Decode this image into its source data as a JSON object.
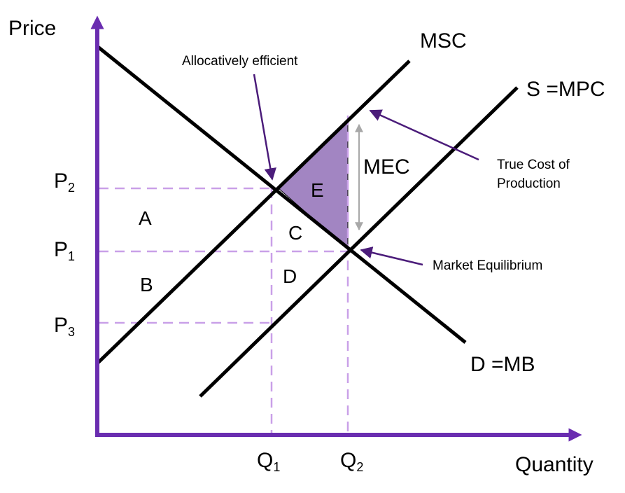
{
  "axes": {
    "y_label": "Price",
    "x_label": "Quantity",
    "color": "#6a2db0"
  },
  "price_levels": [
    {
      "id": "p2",
      "main": "P",
      "sub": "2"
    },
    {
      "id": "p1",
      "main": "P",
      "sub": "1"
    },
    {
      "id": "p3",
      "main": "P",
      "sub": "3"
    }
  ],
  "quantity_levels": [
    {
      "id": "q1",
      "main": "Q",
      "sub": "1"
    },
    {
      "id": "q2",
      "main": "Q",
      "sub": "2"
    }
  ],
  "curves": {
    "msc": "MSC",
    "supply": "S =MPC",
    "demand": "D =MB"
  },
  "areas": [
    "A",
    "B",
    "C",
    "D",
    "E"
  ],
  "mec_label": "MEC",
  "annotations": {
    "allocative": "Allocatively efficient",
    "true_cost": [
      "True Cost of",
      "Production"
    ],
    "market_eq": "Market Equilibrium"
  },
  "colors": {
    "axis": "#6a2db0",
    "guide": "#c9a0e8",
    "shade": "#a285c2",
    "arrow": "#4b1c7a",
    "mec_arrow": "#a8a8a8",
    "curve": "#000000"
  }
}
